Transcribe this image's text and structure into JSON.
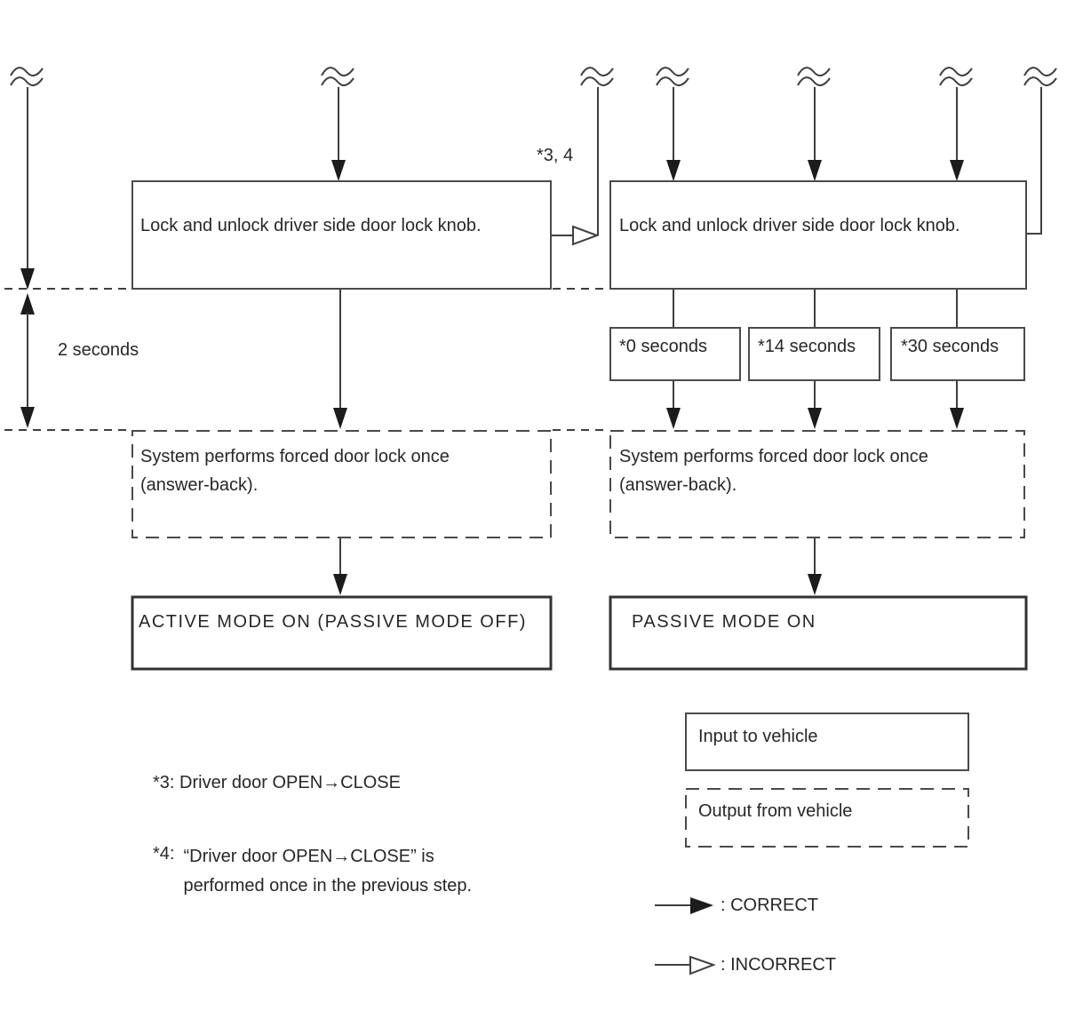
{
  "diagram": {
    "colors": {
      "line": "#3f3f3f",
      "arrow_fill": "#1c1c1c",
      "text": "#272727"
    },
    "left_flow": {
      "trigger": "Lock and unlock driver side door lock knob.",
      "interval": "2 seconds",
      "answer_back": "System performs forced door lock once (answer-back).",
      "result": "ACTIVE MODE ON (PASSIVE MODE OFF)"
    },
    "right_flow": {
      "trigger": "Lock and unlock driver side door lock knob.",
      "timings": [
        "*0 seconds",
        "*14 seconds",
        "*30 seconds"
      ],
      "answer_back": "System performs forced door lock once (answer-back).",
      "result": "PASSIVE MODE ON"
    },
    "connector_note": "*3, 4",
    "footnotes": {
      "fn3": "*3: Driver door OPEN→CLOSE",
      "fn4_marker": "*4:",
      "fn4_line1": "“Driver door OPEN→CLOSE” is",
      "fn4_line2": "performed once in the previous step."
    },
    "legend": {
      "input": "Input to vehicle",
      "output": "Output from vehicle",
      "correct": ": CORRECT",
      "incorrect": ": INCORRECT"
    }
  }
}
